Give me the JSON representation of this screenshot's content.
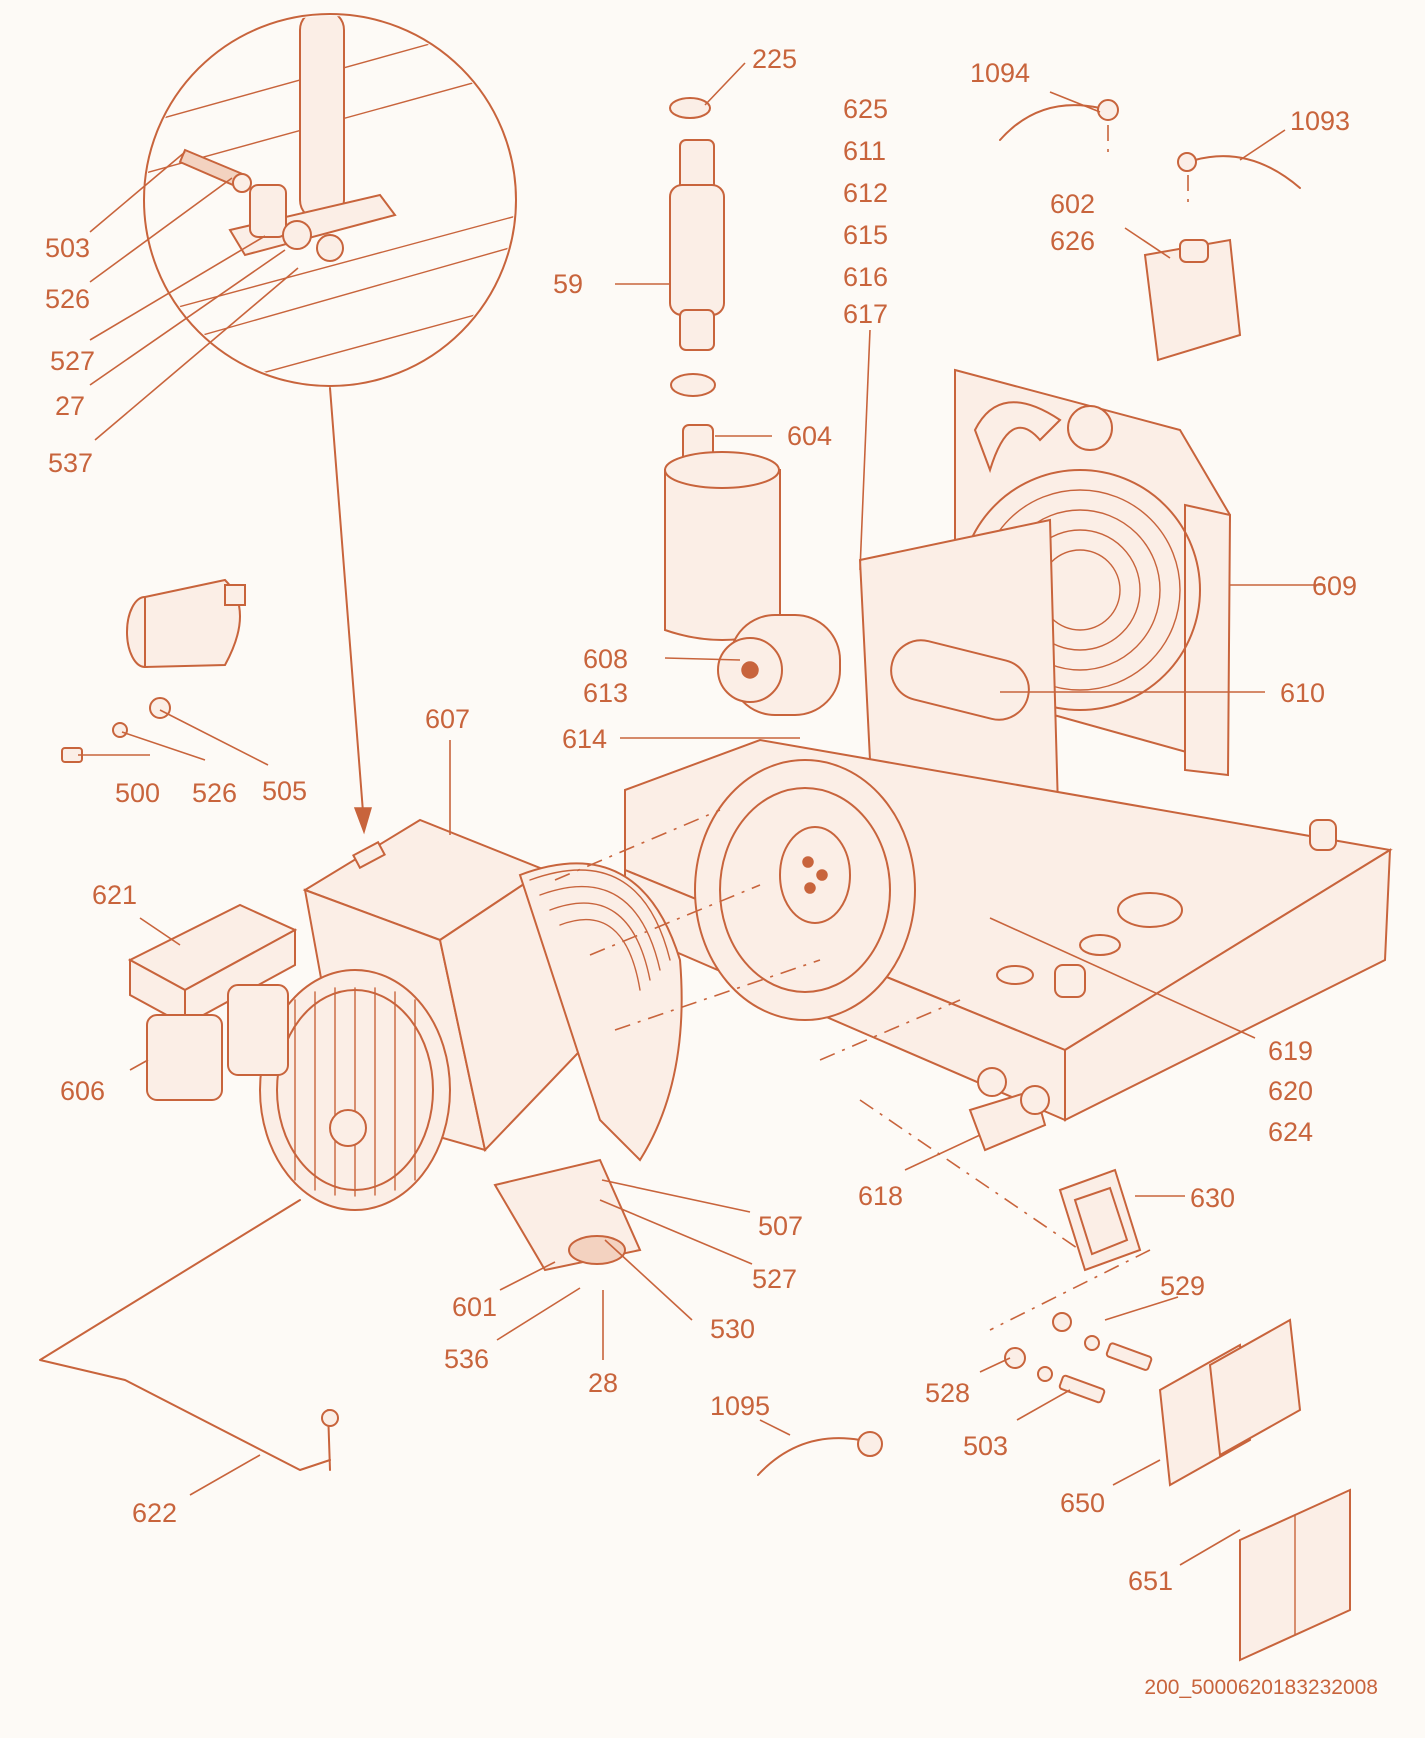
{
  "labels": {
    "l225": "225",
    "l1094": "1094",
    "l1093": "1093",
    "l625": "625",
    "l611": "611",
    "l612": "612",
    "l615": "615",
    "l616": "616",
    "l617": "617",
    "l602": "602",
    "l626": "626",
    "l503a": "503",
    "l526a": "526",
    "l527a": "527",
    "l27": "27",
    "l537": "537",
    "l59": "59",
    "l604": "604",
    "l609": "609",
    "l608": "608",
    "l613": "613",
    "l614": "614",
    "l610": "610",
    "l607": "607",
    "l500": "500",
    "l526b": "526",
    "l505": "505",
    "l621": "621",
    "l606": "606",
    "l619": "619",
    "l620": "620",
    "l624": "624",
    "l618": "618",
    "l630": "630",
    "l507": "507",
    "l527b": "527",
    "l530": "530",
    "l601": "601",
    "l536": "536",
    "l28": "28",
    "l529": "529",
    "l528": "528",
    "l503b": "503",
    "l1095": "1095",
    "l650": "650",
    "l651": "651",
    "l622": "622"
  },
  "reference_code": "200_5000620183232008",
  "colors": {
    "line": "#c8643c",
    "background": "#fdfaf6"
  }
}
